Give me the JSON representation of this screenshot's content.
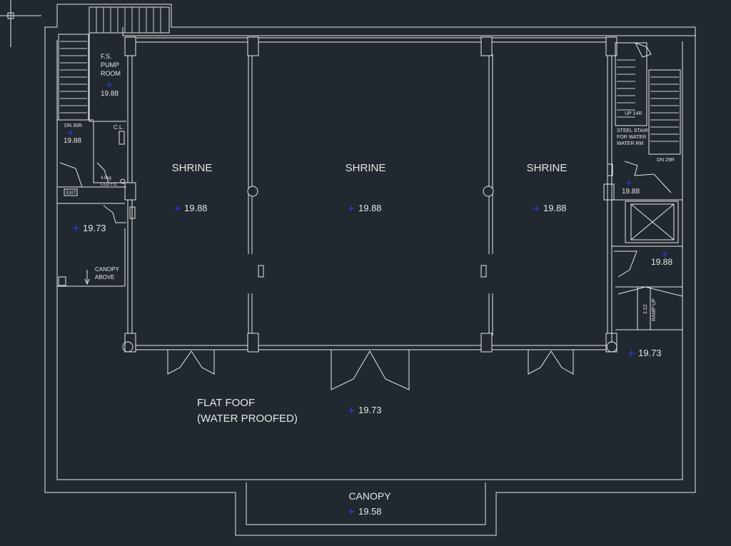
{
  "rooms": {
    "shrine_left": "SHRINE",
    "shrine_center": "SHRINE",
    "shrine_right": "SHRINE",
    "pump_room": [
      "F.S.",
      "PUMP",
      "ROOM"
    ],
    "flat_roof": [
      "FLAT FOOF",
      "(WATER PROOFED)"
    ],
    "canopy_bottom": "CANOPY",
    "canopy_above": [
      "CANOPY",
      "ABOVE"
    ],
    "steel_stair": [
      "STEEL STAIR",
      "FOR WATER",
      "WATER RM"
    ]
  },
  "labels": {
    "dn_left": "DN 30R",
    "dn_right": "DN 29R",
    "up_right": "UP 14R",
    "exit": "EXIT",
    "cl": "C.L.",
    "extinguisher": [
      "4.0kg",
      "CO2 F.E."
    ],
    "ramp": [
      "1:12",
      "RAMP UP"
    ]
  },
  "levels": {
    "pump": "19.88",
    "dn_left": "19.88",
    "left_lobby": "19.73",
    "shrine_left": "19.88",
    "shrine_center": "19.88",
    "shrine_right": "19.88",
    "right_stair": "19.88",
    "right_lift_lobby": "19.88",
    "right_outside": "19.73",
    "flat_roof": "19.73",
    "canopy": "19.58"
  },
  "marker_icon": "level-cross-icon",
  "colors": {
    "background": "#212830",
    "linework": "#e6e6e6",
    "level_marker": "#2b3cff"
  }
}
